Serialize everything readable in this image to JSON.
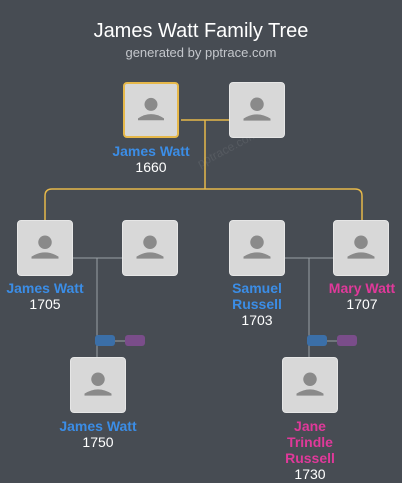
{
  "title": "James Watt Family Tree",
  "subtitle": "generated by pptrace.com",
  "watermark": "pptrace.com",
  "colors": {
    "background": "#474c53",
    "male_name": "#3b8de6",
    "female_name": "#e0399a",
    "focus_border": "#e6b84a",
    "descent_line": "#e6b84a",
    "spouse_line": "#9aa0a6",
    "pill_blue": "#3b6fa8",
    "pill_purple": "#7a4d8a"
  },
  "people": [
    {
      "name": "James Watt",
      "year": "1660",
      "gender": "male",
      "focus": true
    },
    {
      "name": "",
      "year": "",
      "gender": "unknown"
    },
    {
      "name": "James Watt",
      "year": "1705",
      "gender": "male"
    },
    {
      "name": "",
      "year": "",
      "gender": "unknown"
    },
    {
      "name": "Samuel Russell",
      "year": "1703",
      "gender": "male"
    },
    {
      "name": "Mary Watt",
      "year": "1707",
      "gender": "female"
    },
    {
      "name": "James Watt",
      "year": "1750",
      "gender": "male"
    },
    {
      "name": "Jane Trindle Russell",
      "year": "1730",
      "gender": "female"
    }
  ],
  "avatar_icon": "person-silhouette-icon"
}
